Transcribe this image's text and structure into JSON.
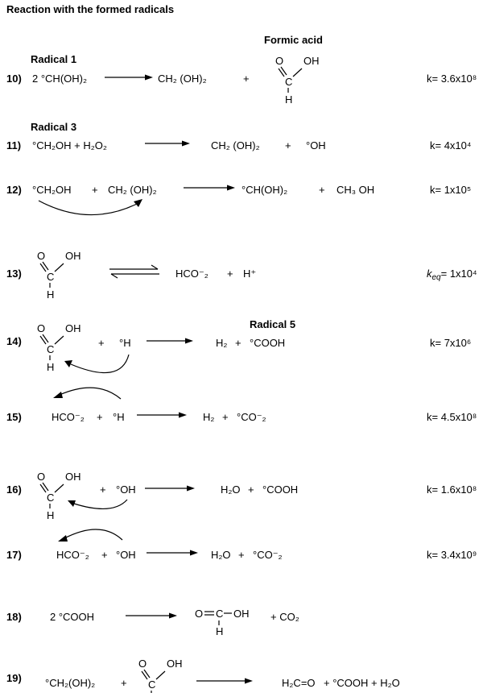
{
  "title": "Reaction with the formed radicals",
  "labels": {
    "formic_acid": "Formic acid",
    "radical_1": "Radical 1",
    "radical_3": "Radical 3",
    "radical_5": "Radical 5"
  },
  "formic_atoms": {
    "O": "O",
    "OH": "OH",
    "C": "C",
    "H": "H"
  },
  "reactions": [
    {
      "num": "10)",
      "left": "2  °CH(OH)₂",
      "product1": "CH₂ (OH)₂",
      "plus": "+",
      "k": "k= 3.6x10⁸"
    },
    {
      "num": "11)",
      "left": "°CH₂OH   + H₂O₂",
      "product1": "CH₂ (OH)₂",
      "plus": "+",
      "product2": "°OH",
      "k": "k= 4x10⁴"
    },
    {
      "num": "12)",
      "left": "°CH₂OH",
      "plus_a": "+",
      "reactant2": "CH₂ (OH)₂",
      "product1": "°CH(OH)₂",
      "plus": "+",
      "product2": "CH₃ OH",
      "k": "k= 1x10⁵"
    },
    {
      "num": "13)",
      "product1": "HCO⁻₂",
      "plus": "+",
      "product2": "H⁺",
      "k": "k_eq= 1x10⁴"
    },
    {
      "num": "14)",
      "plus_a": "+",
      "reactant2": "°H",
      "product1": "H₂",
      "plus": "+",
      "product2": "°COOH",
      "k": "k= 7x10⁶"
    },
    {
      "num": "15)",
      "left": "HCO⁻₂",
      "plus_a": "+",
      "reactant2": "°H",
      "product1": "H₂",
      "plus": "+",
      "product2": "°CO⁻₂",
      "k": "k= 4.5x10⁸"
    },
    {
      "num": "16)",
      "plus_a": "+",
      "reactant2": "°OH",
      "product1": "H₂O",
      "plus": "+",
      "product2": "°COOH",
      "k": "k= 1.6x10⁸"
    },
    {
      "num": "17)",
      "left": "HCO⁻₂",
      "plus_a": "+",
      "reactant2": "°OH",
      "product1": "H₂O",
      "plus": "+",
      "product2": "°CO⁻₂",
      "k": "k= 3.4x10⁹"
    },
    {
      "num": "18)",
      "left": "2 °COOH",
      "product2": "+ CO₂"
    },
    {
      "num": "19)",
      "left": "°CH₂(OH)₂",
      "plus_a": "+",
      "product1": "H₂C=O",
      "product2": "+ °COOH + H₂O"
    }
  ],
  "k_eq_prefix": "k",
  "k_eq_sub": "eq",
  "k_eq_rest": "= 1x10⁴"
}
